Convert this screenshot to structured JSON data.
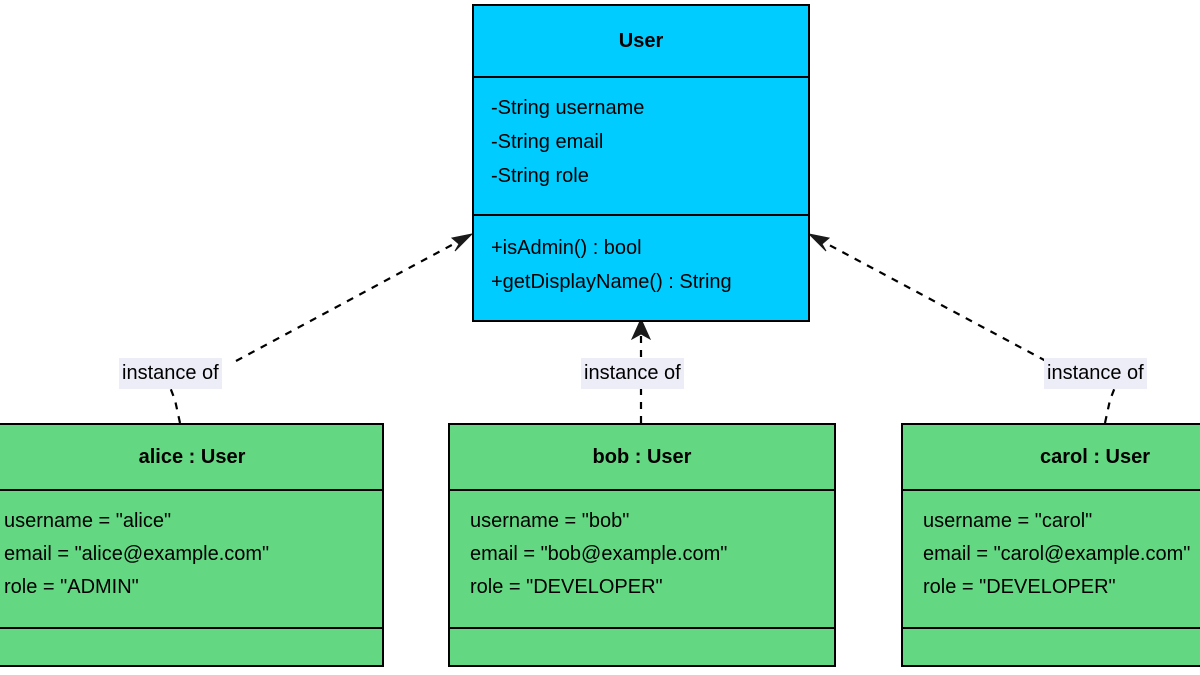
{
  "diagram": {
    "type": "uml-object-diagram",
    "background": "#ffffff",
    "colors": {
      "class_fill": "#00CCFF",
      "object_fill": "#63D782",
      "stroke": "#000000",
      "label_fill": "#EDEDF8"
    }
  },
  "class_node": {
    "name": "User",
    "attributes": [
      "-String username",
      "-String email",
      "-String role"
    ],
    "methods": [
      "+isAdmin() : bool",
      "+getDisplayName() : String"
    ]
  },
  "objects": [
    {
      "id": "alice",
      "title": "alice : User",
      "slots": [
        "username = \"alice\"",
        "email = \"alice@example.com\"",
        "role = \"ADMIN\""
      ],
      "operations": []
    },
    {
      "id": "bob",
      "title": "bob : User",
      "slots": [
        "username = \"bob\"",
        "email = \"bob@example.com\"",
        "role = \"DEVELOPER\""
      ],
      "operations": []
    },
    {
      "id": "carol",
      "title": "carol : User",
      "slots": [
        "username = \"carol\"",
        "email = \"carol@example.com\"",
        "role = \"DEVELOPER\""
      ],
      "operations": []
    }
  ],
  "edges": [
    {
      "id": "alice-to-user",
      "from": "alice",
      "to": "User",
      "label": "instance of",
      "style": "dashed-open-arrow"
    },
    {
      "id": "bob-to-user",
      "from": "bob",
      "to": "User",
      "label": "instance of",
      "style": "dashed-open-arrow"
    },
    {
      "id": "carol-to-user",
      "from": "carol",
      "to": "User",
      "label": "instance of",
      "style": "dashed-open-arrow"
    }
  ]
}
